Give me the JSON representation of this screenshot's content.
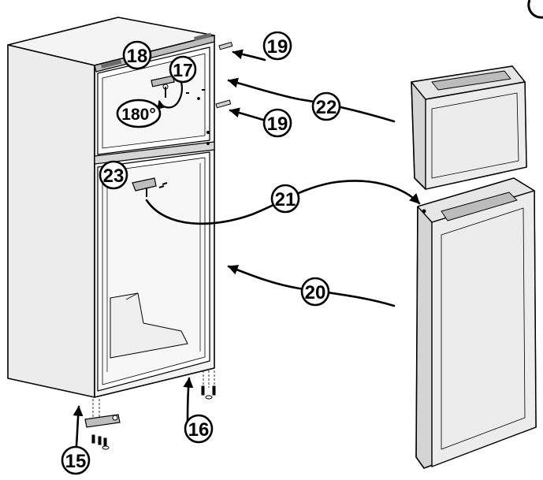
{
  "diagram": {
    "callouts": {
      "c15": "15",
      "c16": "16",
      "c17": "17",
      "c18": "18",
      "c19a": "19",
      "c19b": "19",
      "c20": "20",
      "c21": "21",
      "c22": "22",
      "c23": "23"
    },
    "rotation_label": "180°"
  }
}
